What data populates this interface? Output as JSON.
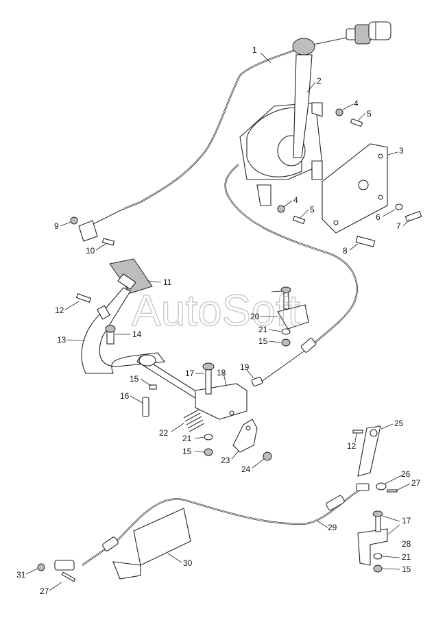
{
  "watermark": "AutoSoft",
  "callouts": [
    {
      "id": "c1",
      "text": "1"
    },
    {
      "id": "c2",
      "text": "2"
    },
    {
      "id": "c3",
      "text": "3"
    },
    {
      "id": "c4a",
      "text": "4"
    },
    {
      "id": "c5a",
      "text": "5"
    },
    {
      "id": "c4b",
      "text": "4"
    },
    {
      "id": "c5b",
      "text": "5"
    },
    {
      "id": "c6",
      "text": "6"
    },
    {
      "id": "c7",
      "text": "7"
    },
    {
      "id": "c8",
      "text": "8"
    },
    {
      "id": "c9",
      "text": "9"
    },
    {
      "id": "c10",
      "text": "10"
    },
    {
      "id": "c11",
      "text": "11"
    },
    {
      "id": "c12a",
      "text": "12"
    },
    {
      "id": "c13",
      "text": "13"
    },
    {
      "id": "c14",
      "text": "14"
    },
    {
      "id": "c15a",
      "text": "15"
    },
    {
      "id": "c16",
      "text": "16"
    },
    {
      "id": "c17a",
      "text": "17"
    },
    {
      "id": "c18",
      "text": "18"
    },
    {
      "id": "c19",
      "text": "19"
    },
    {
      "id": "c20",
      "text": "20"
    },
    {
      "id": "c21a",
      "text": "21"
    },
    {
      "id": "c15b",
      "text": "15"
    },
    {
      "id": "c22",
      "text": "22"
    },
    {
      "id": "c21b",
      "text": "21"
    },
    {
      "id": "c15c",
      "text": "15"
    },
    {
      "id": "c23",
      "text": "23"
    },
    {
      "id": "c24",
      "text": "24"
    },
    {
      "id": "c25",
      "text": "25"
    },
    {
      "id": "c12b",
      "text": "12"
    },
    {
      "id": "c26",
      "text": "26"
    },
    {
      "id": "c27a",
      "text": "27"
    },
    {
      "id": "c17b",
      "text": "17"
    },
    {
      "id": "c28",
      "text": "28"
    },
    {
      "id": "c29",
      "text": "29"
    },
    {
      "id": "c21c",
      "text": "21"
    },
    {
      "id": "c15d",
      "text": "15"
    },
    {
      "id": "c30",
      "text": "30"
    },
    {
      "id": "c31",
      "text": "31"
    },
    {
      "id": "c27b",
      "text": "27"
    }
  ]
}
